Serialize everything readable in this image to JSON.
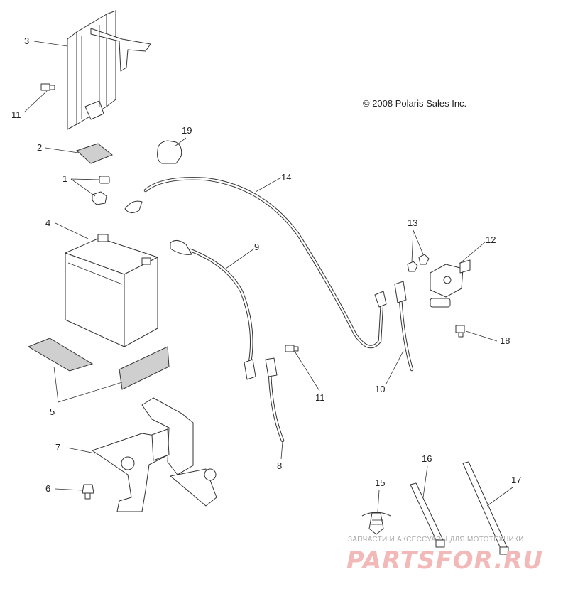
{
  "copyright": "© 2008 Polaris Sales Inc.",
  "watermark": {
    "tagline": "ЗАПЧАСТИ И АКСЕССУАРЫ ДЛЯ МОТОТЕХНИКИ",
    "brand": "PARTSFOR.RU"
  },
  "callouts": [
    {
      "id": "3",
      "part": "battery-hold-down-bracket"
    },
    {
      "id": "11a",
      "text": "11",
      "part": "bolt"
    },
    {
      "id": "2",
      "part": "pad"
    },
    {
      "id": "1",
      "part": "screw-and-nut"
    },
    {
      "id": "19",
      "part": "terminal-boot"
    },
    {
      "id": "14",
      "part": "positive-cable"
    },
    {
      "id": "4",
      "part": "battery"
    },
    {
      "id": "9",
      "part": "cable"
    },
    {
      "id": "13",
      "part": "nuts"
    },
    {
      "id": "12",
      "part": "solenoid"
    },
    {
      "id": "18",
      "part": "screw"
    },
    {
      "id": "5",
      "part": "labels"
    },
    {
      "id": "11b",
      "text": "11",
      "part": "bolt"
    },
    {
      "id": "10",
      "part": "cable"
    },
    {
      "id": "7",
      "part": "battery-tray"
    },
    {
      "id": "8",
      "part": "ground-cable"
    },
    {
      "id": "6",
      "part": "bolt"
    },
    {
      "id": "15",
      "part": "clip"
    },
    {
      "id": "16",
      "part": "cable-tie-short"
    },
    {
      "id": "17",
      "part": "cable-tie-long"
    }
  ],
  "labels": {
    "c3": "3",
    "c11a": "11",
    "c2": "2",
    "c1": "1",
    "c19": "19",
    "c14": "14",
    "c4": "4",
    "c9": "9",
    "c13": "13",
    "c12": "12",
    "c18": "18",
    "c5": "5",
    "c11b": "11",
    "c10": "10",
    "c7": "7",
    "c8": "8",
    "c6": "6",
    "c15": "15",
    "c16": "16",
    "c17": "17"
  }
}
